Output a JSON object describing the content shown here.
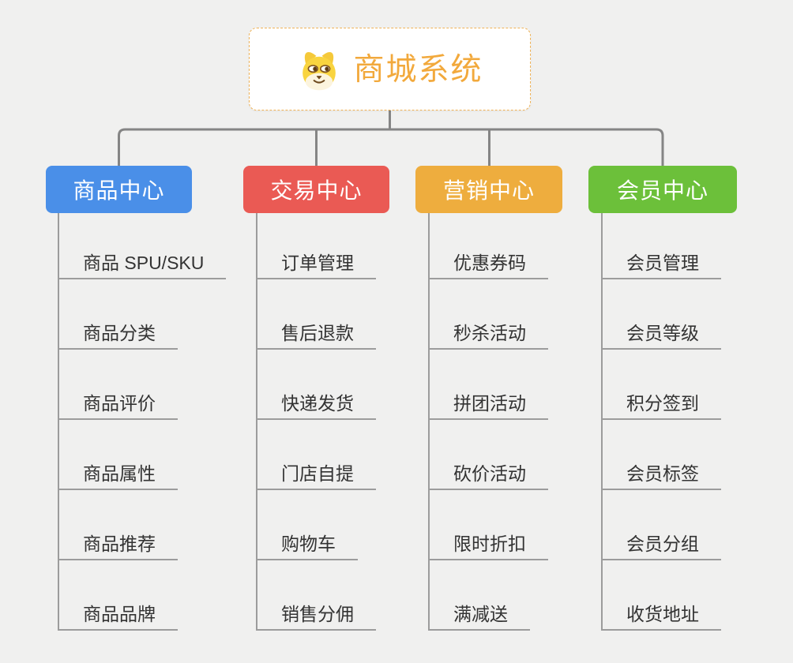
{
  "page": {
    "background_color": "#f0f0ef",
    "connector_color": "#858585",
    "leaf_line_color": "#9c9c9c",
    "leaf_text_color": "#333333"
  },
  "root": {
    "title": "商城系统",
    "icon": "dog-face-icon",
    "title_color": "#f2a93c",
    "border_color": "#efb257"
  },
  "branches": [
    {
      "label": "商品中心",
      "color": "#4a8fe8",
      "items": [
        "商品 SPU/SKU",
        "商品分类",
        "商品评价",
        "商品属性",
        "商品推荐",
        "商品品牌"
      ]
    },
    {
      "label": "交易中心",
      "color": "#ea5a54",
      "items": [
        "订单管理",
        "售后退款",
        "快递发货",
        "门店自提",
        "购物车",
        "销售分佣"
      ]
    },
    {
      "label": "营销中心",
      "color": "#eead3e",
      "items": [
        "优惠券码",
        "秒杀活动",
        "拼团活动",
        "砍价活动",
        "限时折扣",
        "满减送"
      ]
    },
    {
      "label": "会员中心",
      "color": "#6cc03a",
      "items": [
        "会员管理",
        "会员等级",
        "积分签到",
        "会员标签",
        "会员分组",
        "收货地址"
      ]
    }
  ]
}
